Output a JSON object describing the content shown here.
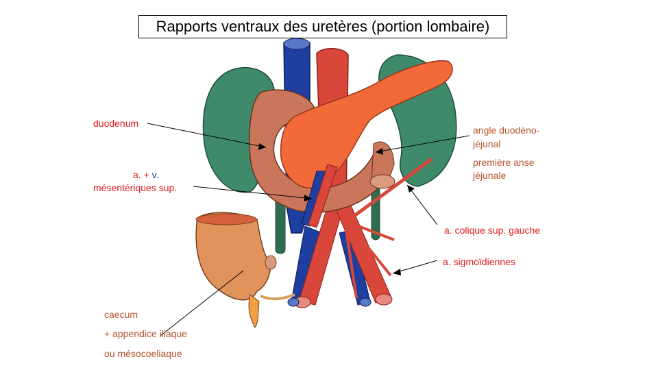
{
  "title": "Rapports ventraux des uretères (portion lombaire)",
  "labels": {
    "duodenum": "duodenum",
    "mesenteriques_prefix": "a. + ",
    "mesenteriques_v": "v.",
    "mesenteriques_line2": "mésentériques sup.",
    "angle_line1": "angle duodéno-",
    "angle_line2": "jéjunal",
    "premiere_line1": "première anse",
    "premiere_line2": "jéjunale",
    "colique": "a. colique sup. gauche",
    "sigmoidiennes": "a. sigmoïdiennes",
    "caecum": "caecum",
    "appendice": "+ appendice iliaque",
    "mesocoeliaque": "ou mésocoeliaque"
  },
  "colors": {
    "kidney": "#3f8a6a",
    "vein": "#1f3fa0",
    "artery": "#d9473a",
    "pancreas": "#f26a3a",
    "duodenum": "#c9765a",
    "caecum": "#e0935a",
    "label_red": "#e0181d",
    "label_brown": "#b5532a"
  }
}
